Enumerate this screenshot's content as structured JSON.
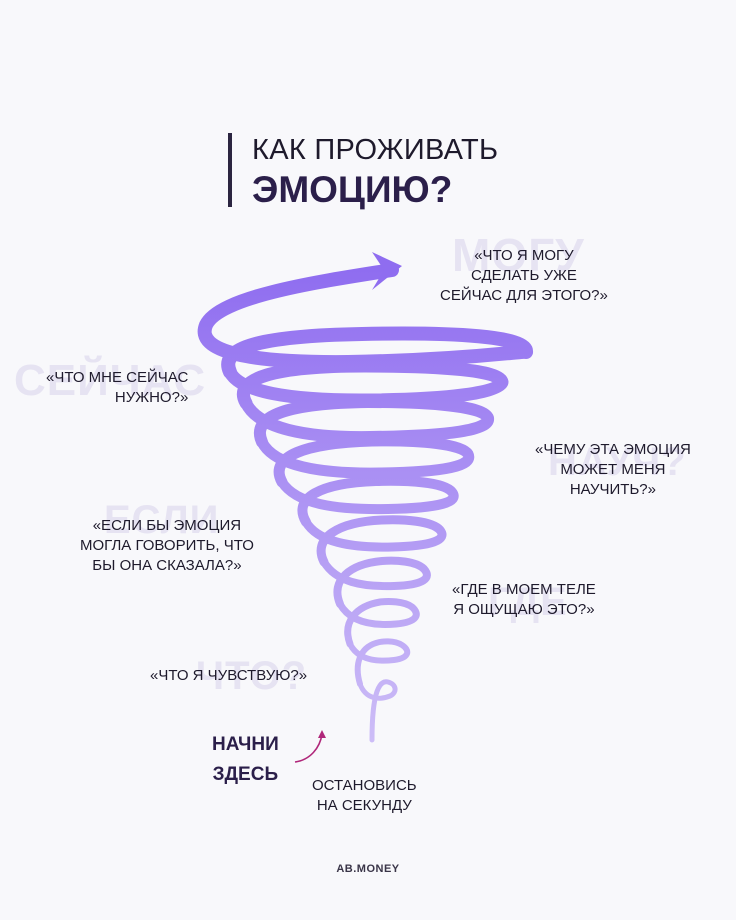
{
  "title": {
    "line1": "КАК ПРОЖИВАТЬ",
    "line2": "ЭМОЦИЮ?"
  },
  "watermarks": [
    "МОГУ",
    "СЕЙЧАС",
    "НАУЧ?",
    "ЕСЛИ",
    "ГДЕ",
    "ЧТО?"
  ],
  "questions": {
    "can_do": "«ЧТО Я МОГУ\nСДЕЛАТЬ УЖЕ\nСЕЙЧАС ДЛЯ ЭТОГО?»",
    "need_now": "«ЧТО МНЕ СЕЙЧАС\nНУЖНО?»",
    "teach": "«ЧЕМУ ЭТА ЭМОЦИЯ\nМОЖЕТ МЕНЯ\nНАУЧИТЬ?»",
    "if_speak": "«ЕСЛИ БЫ ЭМОЦИЯ\nМОГЛА ГОВОРИТЬ, ЧТО\nБЫ ОНА СКАЗАЛА?»",
    "where_body": "«ГДЕ В МОЕМ ТЕЛЕ\nЯ ОЩУЩАЮ ЭТО?»",
    "what_feel": "«ЧТО Я ЧУВСТВУЮ?»"
  },
  "start": "НАЧНИ\nЗДЕСЬ",
  "stop": "ОСТАНОВИСЬ\nНА СЕКУНДУ",
  "brand": "AB.MONEY",
  "colors": {
    "spiral_top": "#8f6df0",
    "spiral_bottom": "#cdbdf7",
    "title": "#2b1f4a",
    "accent_arrow": "#b0277a"
  }
}
